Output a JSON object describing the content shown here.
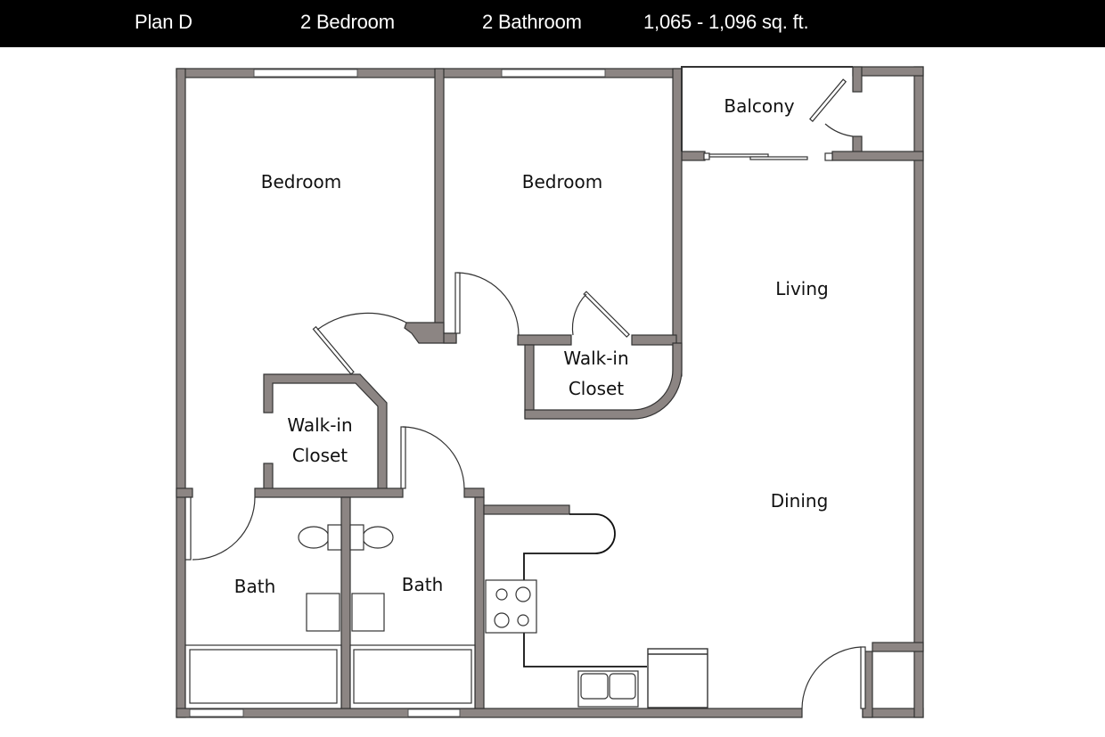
{
  "header": {
    "plan_name": "Plan D",
    "bedrooms": "2 Bedroom",
    "bathrooms": "2 Bathroom",
    "area": "1,065 - 1,096 sq. ft."
  },
  "colors": {
    "header_bg": "#000000",
    "header_text": "#ffffff",
    "wall": "#8c8583",
    "wall_outline": "#333333",
    "background": "#ffffff"
  },
  "rooms": {
    "bedroom_left": "Bedroom",
    "bedroom_right": "Bedroom",
    "balcony": "Balcony",
    "living": "Living",
    "dining": "Dining",
    "walkin_right_line1": "Walk-in",
    "walkin_right_line2": "Closet",
    "walkin_left_line1": "Walk-in",
    "walkin_left_line2": "Closet",
    "bath_left": "Bath",
    "bath_right": "Bath"
  }
}
